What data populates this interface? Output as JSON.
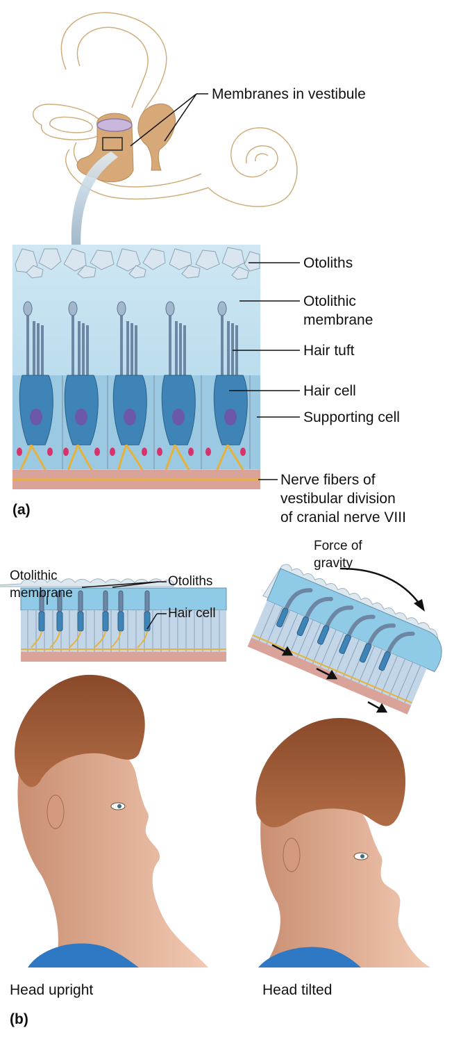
{
  "figure": {
    "part_a": {
      "panel_label": "(a)",
      "labels": {
        "membranes": "Membranes in vestibule",
        "otoliths": "Otoliths",
        "otolithic_membrane_1": "Otolithic",
        "otolithic_membrane_2": "membrane",
        "hair_tuft": "Hair tuft",
        "hair_cell": "Hair cell",
        "supporting_cell": "Supporting cell",
        "nerve_1": "Nerve fibers of",
        "nerve_2": "vestibular division",
        "nerve_3": "of cranial nerve VIII"
      }
    },
    "part_b": {
      "panel_label": "(b)",
      "labels": {
        "otolithic_membrane_1": "Otolithic",
        "otolithic_membrane_2": "membrane",
        "otoliths": "Otoliths",
        "hair_cell": "Hair cell",
        "force_1": "Force of",
        "force_2": "gravity",
        "head_upright": "Head upright",
        "head_tilted": "Head tilted"
      }
    }
  }
}
